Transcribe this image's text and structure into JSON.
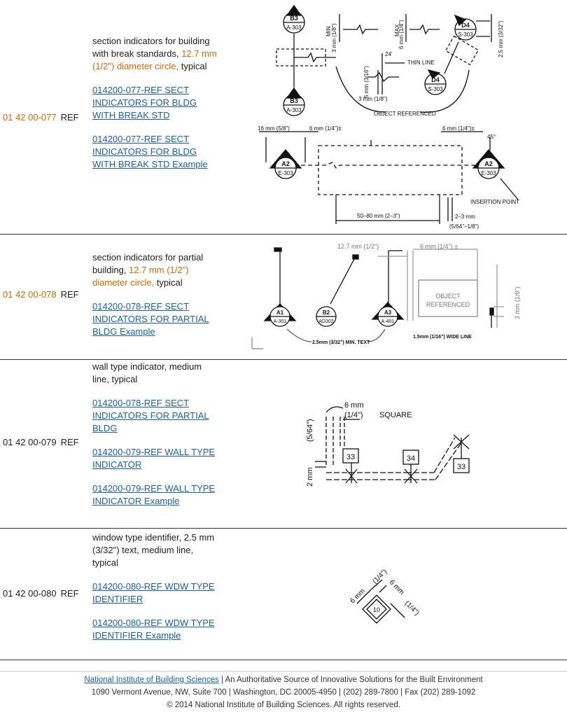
{
  "rows": [
    {
      "code": "01 42 00-077",
      "ref": "REF",
      "desc_a": "section indicators for building with break standards, ",
      "desc_orange": "12.7 mm (1/2\") diameter circle,",
      "desc_b": " typical",
      "links": [
        "014200-077-REF SECT INDICATORS FOR BLDG WITH BREAK STD",
        "014200-077-REF SECT INDICATORS FOR BLDG WITH BREAK STD Example"
      ],
      "fig_labels": {
        "b3": "B3",
        "a303": "A-303",
        "d4": "D4",
        "s303": "S-303",
        "a2": "A2",
        "e303": "E-303",
        "min": "MIN",
        "min_dim": "3 mm (1/8\")",
        "max": "MAX",
        "max_dim": "6 mm (1/4\")",
        "dim_332": "2.5 mm (3/32\")",
        "thin_line": "THIN LINE",
        "dim_316": "5 mm (3/16\")",
        "dim_24": "24'",
        "dim_18": "3 mm (1/8\")",
        "object_referenced": "OBJECT REFERENCED",
        "dim_58": "16 mm (5/8\")",
        "dim_14": "6 mm (1/4\")±",
        "dim_14b": "6 mm (1/4\")±",
        "deg45": "45°",
        "insertion": "INSERTION POINT",
        "span": "50–80 mm (2–3\")",
        "gap": "2–3 mm",
        "gap_in": "(5/64\"–1/8\")"
      }
    },
    {
      "code": "01 42 00-078",
      "ref": "REF",
      "desc_a": "section indicators for partial building, ",
      "desc_orange": "12.7 mm (1/2\") diameter circle,",
      "desc_b": " typical",
      "links": [
        "014200-078-REF SECT INDICATORS FOR PARTIAL BLDG Example"
      ],
      "fig_labels": {
        "dim_12": "12.7 mm (1/2\")",
        "dim_14": "6 mm (1/4\") ±",
        "object": "OBJECT",
        "referenced": "REFERENCED",
        "dim_18": "3 mm (1/8\")",
        "a1": "A1",
        "a301": "A-301",
        "b2": "B2",
        "ad302": "AD302",
        "a3": "A3",
        "a401": "A-401",
        "min_text": "2.5mm (3/32\") MIN. TEXT",
        "wide_line": "1.5mm (1/16\") WIDE LINE"
      }
    },
    {
      "code": "01 42 00-079",
      "ref": "REF",
      "desc_a": "wall type indicator, medium line, typical",
      "desc_orange": "",
      "desc_b": "",
      "links": [
        "014200-078-REF SECT INDICATORS FOR PARTIAL BLDG",
        "014200-079-REF WALL TYPE INDICATOR",
        "014200-079-REF WALL TYPE INDICATOR Example"
      ],
      "fig_labels": {
        "dim_6mm": "6 mm",
        "dim_14": "(1/4\")",
        "square": "SQUARE",
        "dim_564": "(5/64\")",
        "dim_2mm": "2 mm",
        "t33a": "33",
        "t34": "34",
        "t33b": "33"
      }
    },
    {
      "code": "01 42 00-080",
      "ref": "REF",
      "desc_a": "window type identifier, 2.5 mm (3/32\") text, medium line, typical",
      "desc_orange": "",
      "desc_b": "",
      "links": [
        "014200-080-REF WDW TYPE IDENTIFIER",
        "014200-080-REF WDW TYPE IDENTIFIER Example"
      ],
      "fig_labels": {
        "dim_6mm_a": "6 mm",
        "dim_14_a": "(1/4\")",
        "dim_6mm_b": "6 mm",
        "dim_14_b": "(1/4\")",
        "id": "10"
      }
    }
  ],
  "footer": {
    "org_link": "National Institute of Building Sciences",
    "tagline": " | An Authoritative Source of Innovative Solutions for the Built Environment",
    "address": "1090 Vermont Avenue, NW, Suite 700 | Washington, DC 20005-4950 | (202) 289-7800 | Fax (202) 289-1092",
    "copyright": "© 2014 National Institute of Building Sciences. All rights reserved."
  }
}
